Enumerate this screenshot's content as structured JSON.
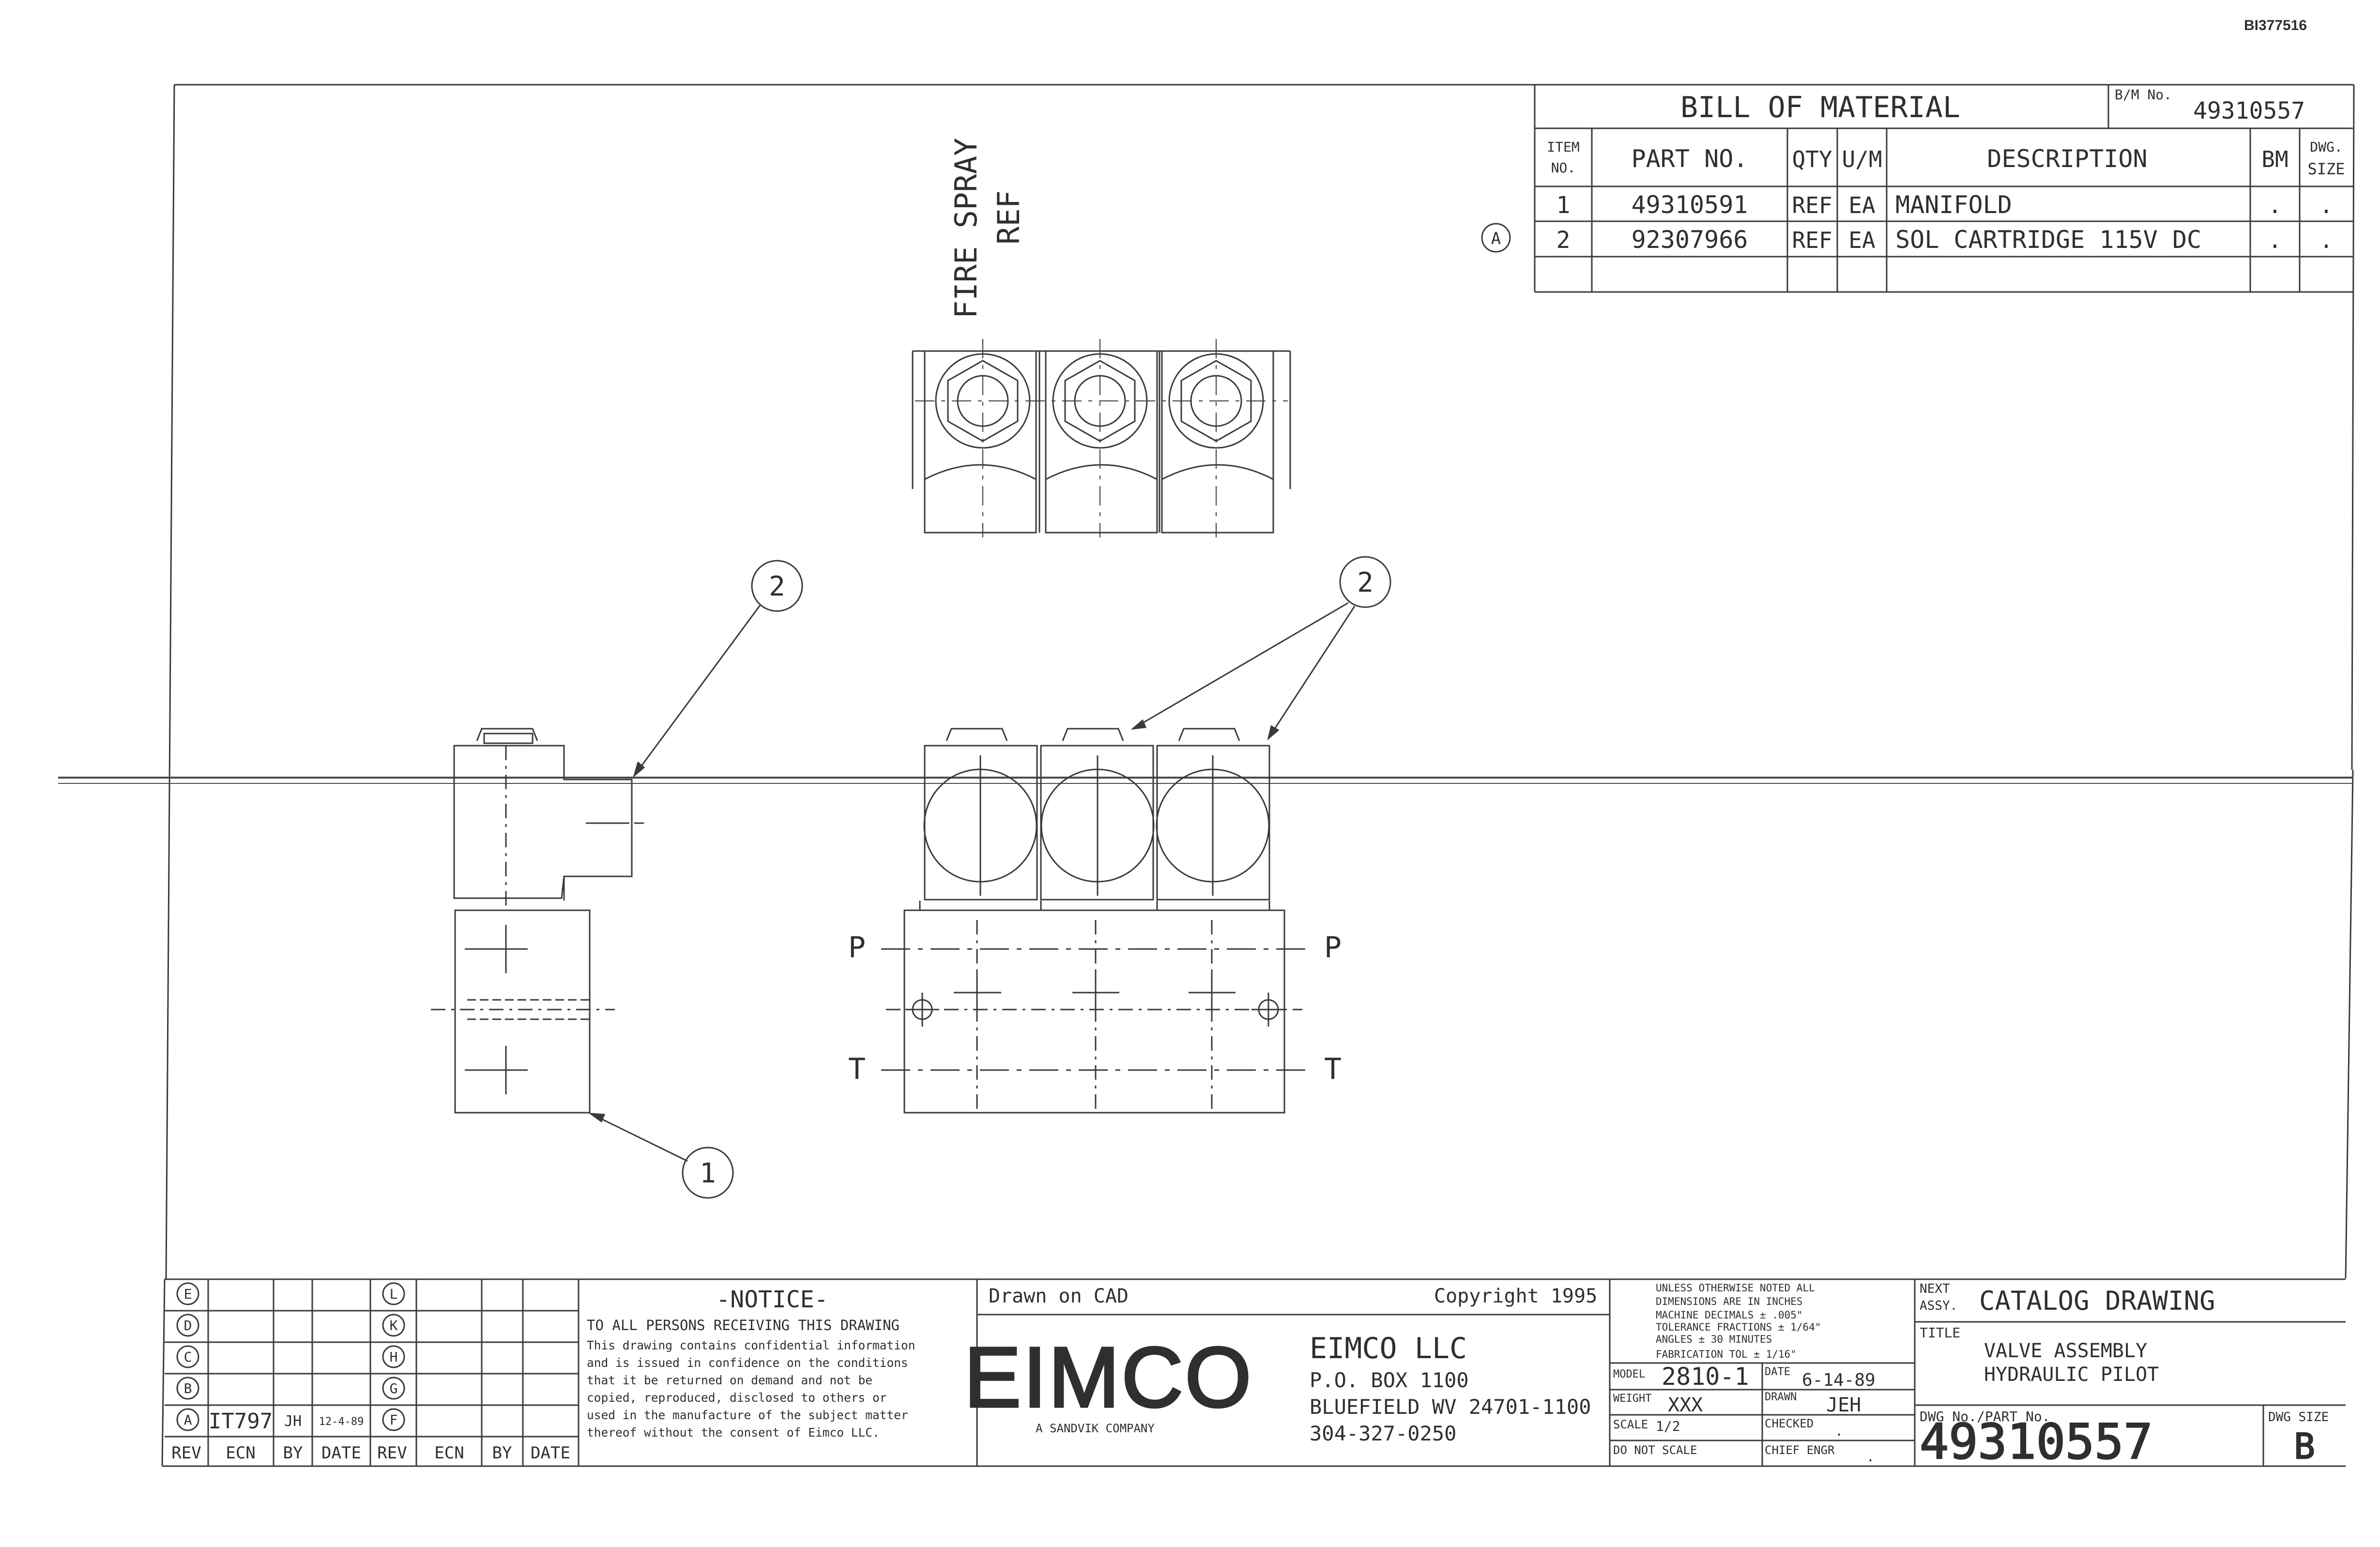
{
  "doc_code": "BI377516",
  "bom": {
    "title": "BILL OF MATERIAL",
    "bm_no_label": "B/M No.",
    "bm_no": "49310557",
    "headers": {
      "item_line1": "ITEM",
      "item_line2": "NO.",
      "part": "PART NO.",
      "qty": "QTY",
      "um": "U/M",
      "desc": "DESCRIPTION",
      "bm": "BM",
      "dwg_line1": "DWG.",
      "dwg_line2": "SIZE"
    },
    "rows": [
      {
        "item": "1",
        "part": "49310591",
        "qty": "REF",
        "um": "EA",
        "desc": "MANIFOLD",
        "bm": ".",
        "dwg": "."
      },
      {
        "item": "2",
        "part": "92307966",
        "qty": "REF",
        "um": "EA",
        "desc": "SOL CARTRIDGE 115V DC",
        "bm": ".",
        "dwg": "."
      }
    ],
    "rev_marker": "A"
  },
  "drawing": {
    "fire_spray_line1": "FIRE SPRAY",
    "fire_spray_line2": "REF",
    "balloon_1": "1",
    "balloon_2": "2",
    "port_p": "P",
    "port_t": "T"
  },
  "revisions": {
    "letters_left": [
      "E",
      "D",
      "C",
      "B",
      "A"
    ],
    "letters_right": [
      "L",
      "K",
      "H",
      "G",
      "F"
    ],
    "entry_a": {
      "ecn": "IT797",
      "by": "JH",
      "date": "12-4-89"
    },
    "footer": {
      "rev": "REV",
      "ecn": "ECN",
      "by": "BY",
      "date": "DATE"
    }
  },
  "notice": {
    "title": "-NOTICE-",
    "lines": [
      "TO ALL PERSONS RECEIVING THIS DRAWING",
      "This drawing contains confidential information",
      "and is issued in confidence on the conditions",
      "that it be returned on demand and not be",
      "copied, reproduced, disclosed to others or",
      "used in the manufacture of the subject matter",
      "thereof without the consent of Eimco LLC."
    ]
  },
  "company": {
    "drawn_on": "Drawn on CAD",
    "copyright": "Copyright 1995",
    "logo": "EIMCO",
    "tagline": "A SANDVIK COMPANY",
    "name": "EIMCO LLC",
    "address1": "P.O. BOX 1100",
    "address2": "BLUEFIELD WV 24701-1100",
    "phone": "304-327-0250"
  },
  "tolerance": {
    "lines": [
      "UNLESS OTHERWISE NOTED ALL",
      "DIMENSIONS ARE IN INCHES",
      "MACHINE    DECIMALS ± .005\"",
      "TOLERANCE  FRACTIONS ± 1/64\"",
      "           ANGLES ± 30 MINUTES",
      "FABRICATION TOL ± 1/16\""
    ]
  },
  "info": {
    "model_label": "MODEL",
    "model": "2810-1",
    "date_label": "DATE",
    "date": "6-14-89",
    "weight_label": "WEIGHT",
    "weight": "XXX",
    "drawn_label": "DRAWN",
    "drawn": "JEH",
    "scale_label": "SCALE",
    "scale": "1/2",
    "checked_label": "CHECKED",
    "checked": ".",
    "do_not_scale": "DO NOT SCALE",
    "chief_label": "CHIEF ENGR",
    "chief": "."
  },
  "title_block": {
    "next_assy_label_1": "NEXT",
    "next_assy_label_2": "ASSY.",
    "next_assy": "CATALOG DRAWING",
    "title_label": "TITLE",
    "title_line1": "VALVE ASSEMBLY",
    "title_line2": "HYDRAULIC PILOT",
    "dwg_label": "DWG No./PART No.",
    "dwg_no": "49310557",
    "size_label": "DWG SIZE",
    "size": "B"
  }
}
